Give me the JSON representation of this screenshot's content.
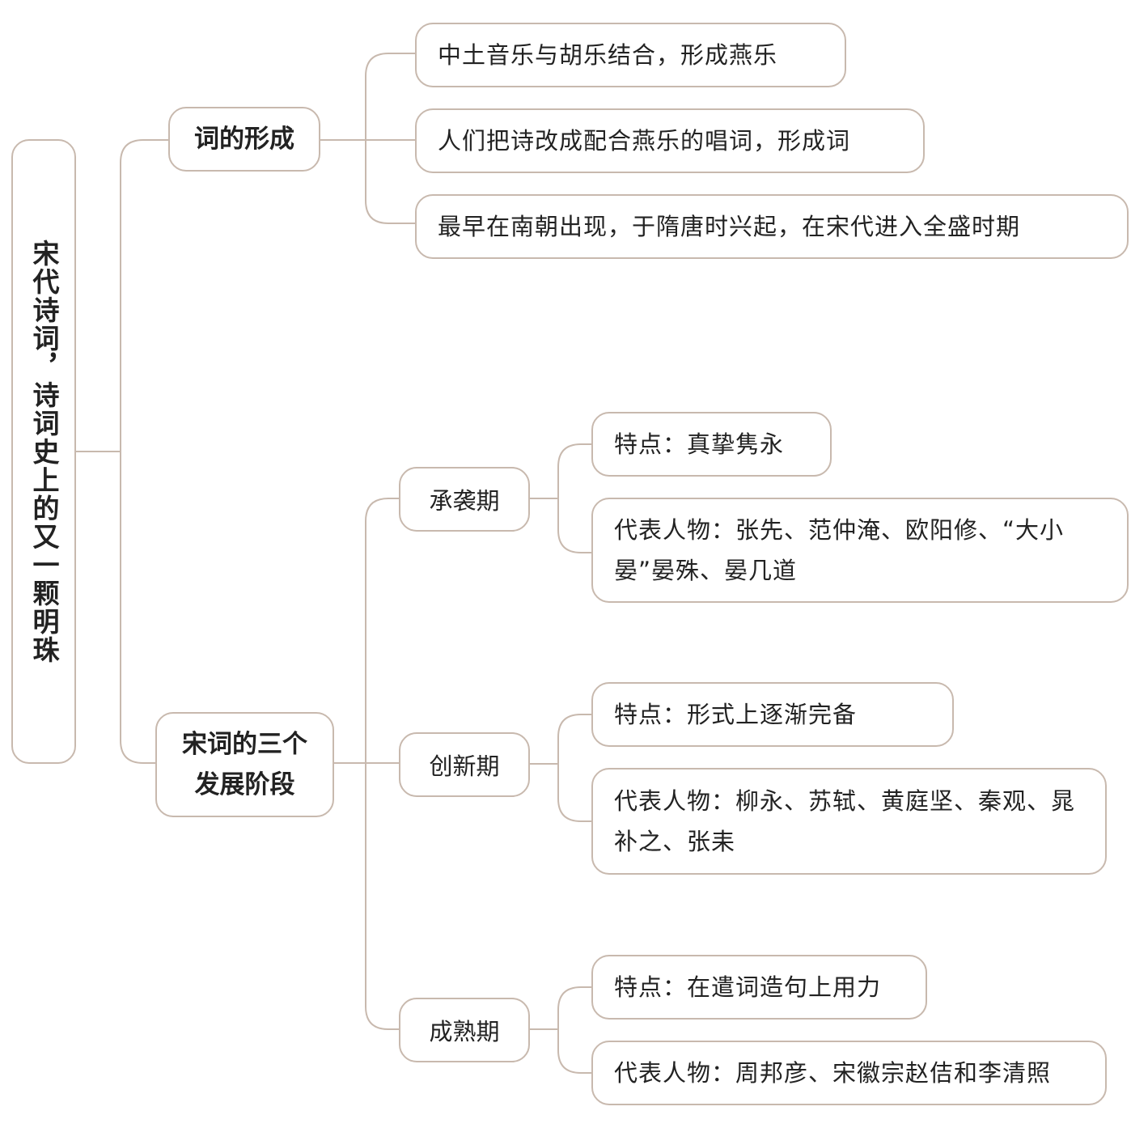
{
  "root": {
    "title": "宋代诗词，诗词史上的又一颗明珠"
  },
  "branches": [
    {
      "title": "词的形成",
      "children": [
        "中土音乐与胡乐结合，形成燕乐",
        "人们把诗改成配合燕乐的唱词，形成词",
        "最早在南朝出现，于隋唐时兴起，在宋代进入全盛时期"
      ]
    },
    {
      "title": "宋词的三个发展阶段",
      "stages": [
        {
          "title": "承袭期",
          "children": [
            "特点：真挚隽永",
            "代表人物：张先、范仲淹、欧阳修、“大小晏”晏殊、晏几道"
          ]
        },
        {
          "title": "创新期",
          "children": [
            "特点：形式上逐渐完备",
            "代表人物：柳永、苏轼、黄庭坚、秦观、晁补之、张耒"
          ]
        },
        {
          "title": "成熟期",
          "children": [
            "特点：在遣词造句上用力",
            "代表人物：周邦彦、宋徽宗赵佶和李清照"
          ]
        }
      ]
    }
  ],
  "colors": {
    "line": "#c8b9ae",
    "text": "#222222"
  }
}
